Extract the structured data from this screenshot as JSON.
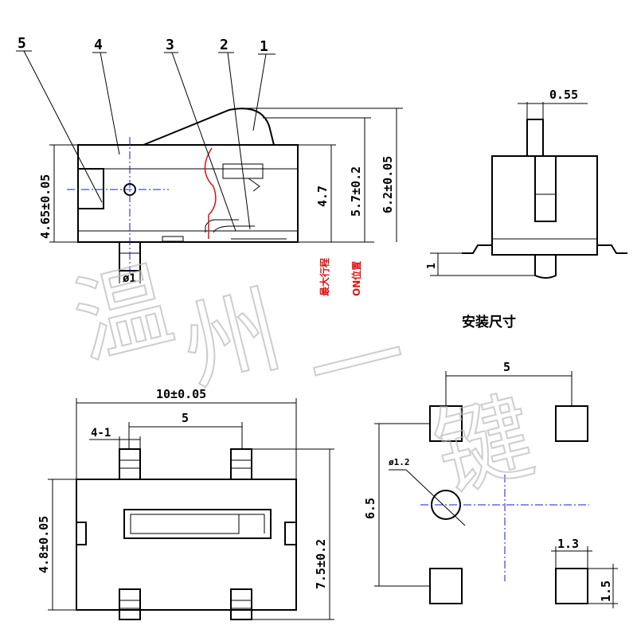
{
  "callouts": {
    "c5": "5",
    "c4": "4",
    "c3": "3",
    "c2": "2",
    "c1": "1"
  },
  "dims": {
    "height_465": "4.65±0.05",
    "height_47": "4.7",
    "height_57": "5.7±0.2",
    "height_62": "6.2±0.05",
    "hole_dia": "ø1",
    "lever_width": "0.55",
    "standoff": "1",
    "length_10": "10±0.05",
    "pitch_5": "5",
    "pin_41": "4-1",
    "width_48": "4.8±0.05",
    "width_75": "7.5±0.2",
    "pad_pitch_5": "5",
    "pad_span_65": "6.5",
    "pad_hole": "ø1.2",
    "pad_w_13": "1.3",
    "pad_h_15": "1.5"
  },
  "labels": {
    "max_travel": "最大行程",
    "on_position": "ON位置",
    "install_size": "安装尺寸"
  },
  "watermark": {
    "c1": "温",
    "c2": "州",
    "c3": "一",
    "c4": "键"
  },
  "colors": {
    "line": "#000000",
    "center": "#1a1adb",
    "travel": "#e01010",
    "watermark": "#b8b8b8"
  }
}
